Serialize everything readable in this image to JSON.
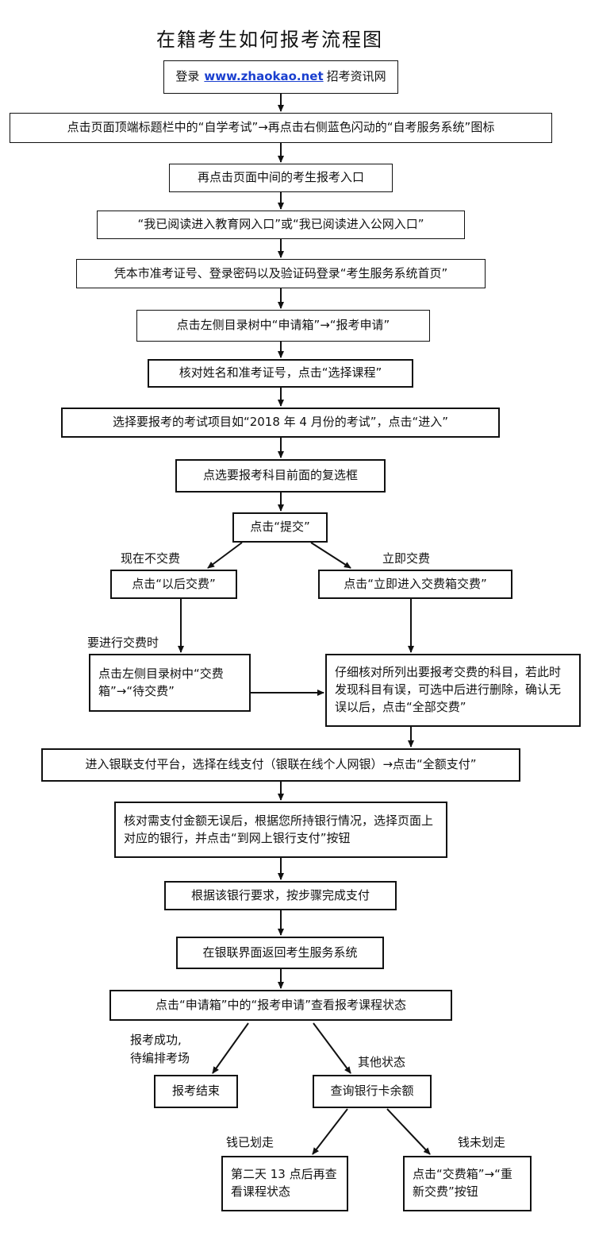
{
  "title": "在籍考生如何报考流程图",
  "steps": {
    "login": {
      "pre": "登录",
      "url": "www.zhaokao.net",
      "post": "招考资讯网"
    },
    "s2": "点击页面顶端标题栏中的“自学考试”→再点击右侧蓝色闪动的“自考服务系统”图标",
    "s3": "再点击页面中间的考生报考入口",
    "s4": "“我已阅读进入教育网入口”或“我已阅读进入公网入口”",
    "s5": "凭本市准考证号、登录密码以及验证码登录“考生服务系统首页”",
    "s6": "点击左侧目录树中“申请箱”→“报考申请”",
    "s7": "核对姓名和准考证号，点击“选择课程”",
    "s8": "选择要报考的考试项目如“2018 年 4 月份的考试”，点击“进入”",
    "s9": "点选要报考科目前面的复选框",
    "s10": "点击“提交”",
    "left1": "点击“以后交费”",
    "left2": "点击左侧目录树中“交费箱”→“待交费”",
    "right1": "点击“立即进入交费箱交费”",
    "right2": "仔细核对所列出要报考交费的科目，若此时发现科目有误，可选中后进行删除，确认无误以后，点击“全部交费”",
    "s11": "进入银联支付平台，选择在线支付（银联在线个人网银）→点击“全额支付”",
    "s12": "核对需支付金额无误后，根据您所持银行情况，选择页面上对应的银行，并点击“到网上银行支付”按钮",
    "s13": "根据该银行要求，按步骤完成支付",
    "s14": "在银联界面返回考生服务系统",
    "s15": "点击“申请箱”中的“报考申请”查看报考课程状态",
    "end": "报考结束",
    "query": "查询银行卡余额",
    "money_taken": "第二天 13 点后再查看课程状态",
    "money_not_taken": "点击“交费箱”→“重新交费”按钮"
  },
  "labels": {
    "no_pay_now": "现在不交费",
    "pay_now": "立即交费",
    "when_pay": "要进行交费时",
    "success": "报考成功,\n待编排考场",
    "other": "其他状态",
    "taken": "钱已划走",
    "not_taken": "钱未划走"
  }
}
